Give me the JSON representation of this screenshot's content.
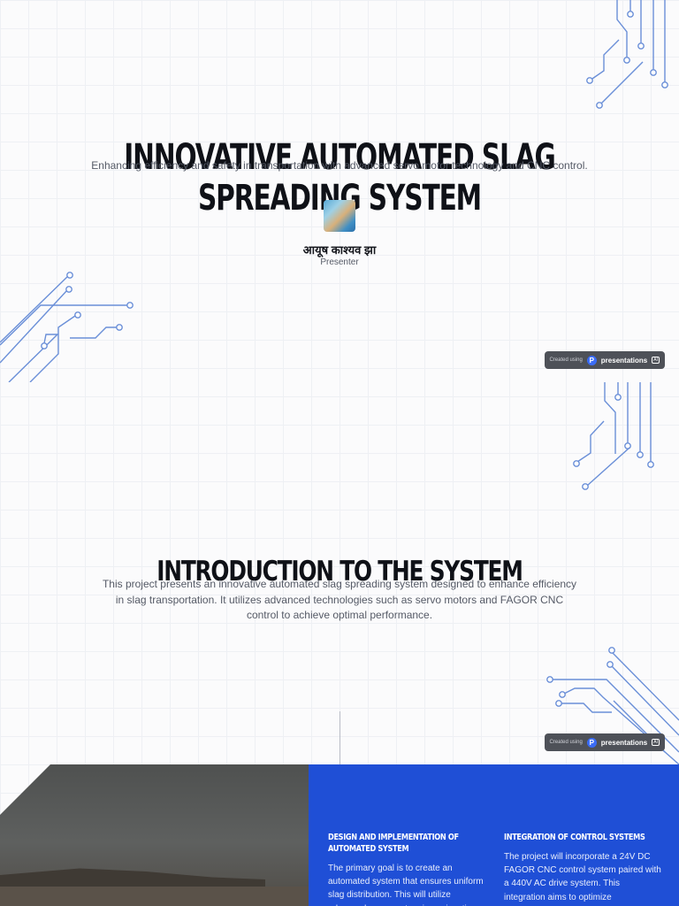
{
  "title_slide": {
    "title": "INNOVATIVE AUTOMATED SLAG SPREADING SYSTEM",
    "subtitle": "Enhancing efficiency and safety in transportation with advanced servo motor technology and CNC control.",
    "presenter": {
      "name": "आयूष काश्यव झा",
      "role": "Presenter"
    }
  },
  "intro_slide": {
    "title": "INTRODUCTION TO THE SYSTEM",
    "body": "This project presents an innovative automated slag spreading system designed to enhance efficiency in slag transportation. It utilizes advanced technologies such as servo motors and FAGOR CNC control to achieve optimal performance."
  },
  "design_slide": {
    "columns": [
      {
        "heading": "DESIGN AND IMPLEMENTATION OF AUTOMATED SYSTEM",
        "body": "The primary goal is to create an automated system that ensures uniform slag distribution. This will utilize advanced servo motors in conjunction"
      },
      {
        "heading": "INTEGRATION OF CONTROL SYSTEMS",
        "body": "The project will incorporate a 24V DC FAGOR CNC control system paired with a 440V AC drive system. This integration aims to optimize performance, ensuring that the"
      }
    ]
  },
  "badge": {
    "prefix": "Created using",
    "logo_glyph": "P",
    "brand": "presentations",
    "suffix": "AI"
  },
  "colors": {
    "accent_blue": "#1f4fd6",
    "circuit_line": "#6a8fd8",
    "title_text": "#0f1117",
    "body_text": "#555a66"
  },
  "icons": {
    "circuit": "circuit-trace-decoration",
    "badge_logo": "presentations-logo-icon"
  }
}
